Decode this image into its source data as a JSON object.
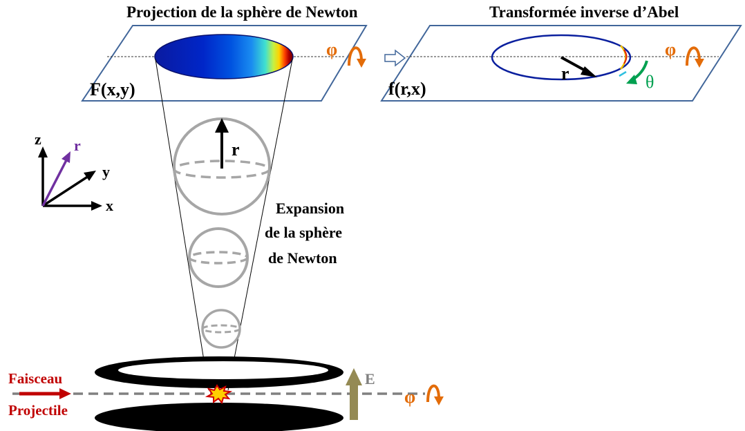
{
  "titles": {
    "left": "Projection de la sphère de Newton",
    "right": "Transformée inverse d’Abel"
  },
  "planes": {
    "left_label": "F(x,y)",
    "right_label": "f(r,x)",
    "phi_symbol": "φ",
    "theta_symbol": "θ",
    "radius_label": "r"
  },
  "axes": {
    "z": "z",
    "y": "y",
    "x": "x",
    "r": "r"
  },
  "sphere": {
    "radius_label": "r"
  },
  "expansion": {
    "line1": "Expansion",
    "line2": "de la sphère",
    "line3": "de Newton"
  },
  "beam": {
    "line1": "Faisceau",
    "line2": "Projectile",
    "field_label": "E",
    "phi_symbol": "φ"
  },
  "colors": {
    "plane_border": "#41669a",
    "beam_red": "#c00000",
    "phi_orange": "#e36c09",
    "theta_green": "#00a050",
    "r_axis_purple": "#7030a0",
    "sphere_gray": "#a6a6a6",
    "field_arrow": "#948a54",
    "detector_blue": "#0a1f9e"
  }
}
